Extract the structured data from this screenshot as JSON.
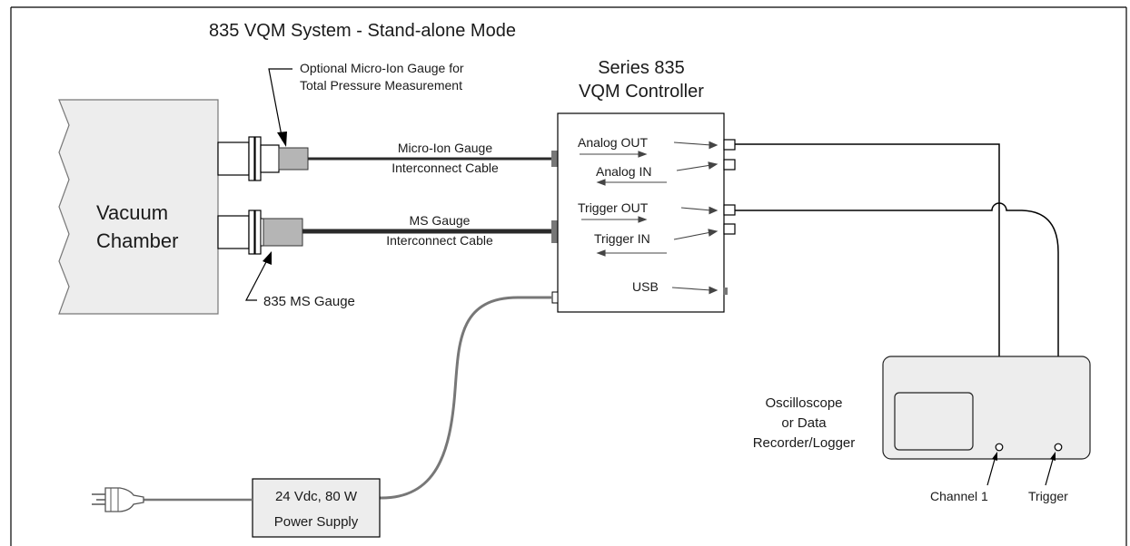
{
  "title": "835 VQM System - Stand-alone Mode",
  "controller": {
    "title_line1": "Series 835",
    "title_line2": "VQM Controller",
    "ports": {
      "analog_out": "Analog OUT",
      "analog_in": "Analog IN",
      "trigger_out": "Trigger OUT",
      "trigger_in": "Trigger IN",
      "usb": "USB"
    }
  },
  "chamber": {
    "line1": "Vacuum",
    "line2": "Chamber"
  },
  "micro_ion_gauge": {
    "callout_line1": "Optional Micro-Ion Gauge for",
    "callout_line2": "Total Pressure Measurement",
    "cable_line1": "Micro-Ion Gauge",
    "cable_line2": "Interconnect Cable"
  },
  "ms_gauge": {
    "callout": "835 MS Gauge",
    "cable_line1": "MS Gauge",
    "cable_line2": "Interconnect Cable"
  },
  "oscilloscope": {
    "line1": "Oscilloscope",
    "line2": "or Data",
    "line3": "Recorder/Logger",
    "channel1": "Channel 1",
    "trigger": "Trigger"
  },
  "power_supply": {
    "line1": "24 Vdc, 80 W",
    "line2": "Power Supply"
  },
  "colors": {
    "chamber_fill": "#ededed",
    "gauge_fill": "#b5b5b5",
    "cable": "#2a2a2a",
    "power_cable": "#777777"
  }
}
